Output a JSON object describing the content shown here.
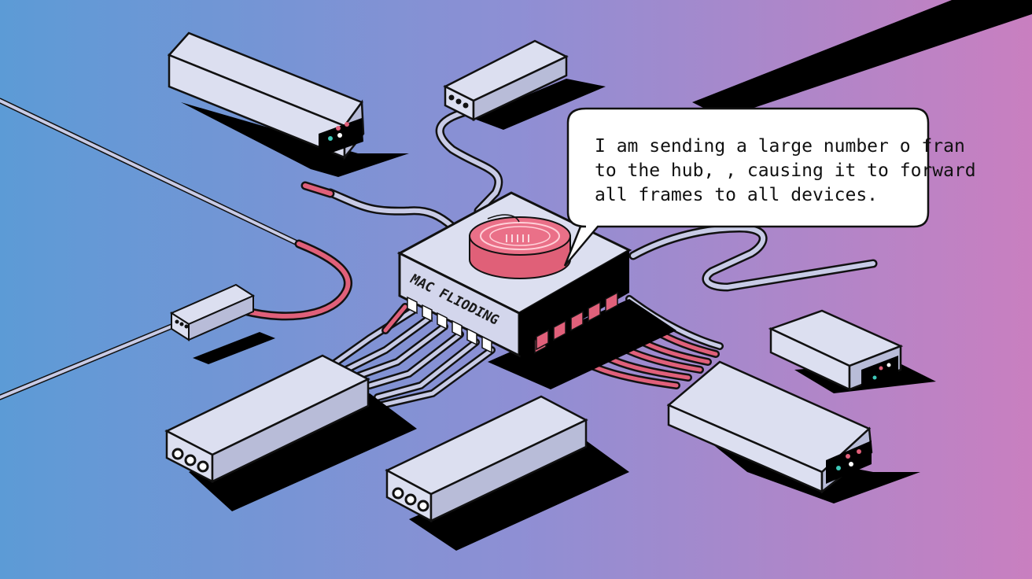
{
  "hub": {
    "label": "MAC FLIODING"
  },
  "speech_bubble": {
    "lines": [
      "I am sending a large number o fran",
      "to the hub, , causing it to forward",
      "all frames to all devices."
    ]
  },
  "colors": {
    "background_left": "#5c9bd6",
    "background_mid": "#8e8fd4",
    "background_right": "#c97fc0",
    "device_face": "#dcdff0",
    "cable": "#c8cbe6",
    "cable_hot": "#e0607a",
    "outline": "#111111",
    "shadow": "#000000",
    "bubble_fill": "#ffffff",
    "led_red": "#e0607a",
    "led_teal": "#3ec8b8"
  }
}
